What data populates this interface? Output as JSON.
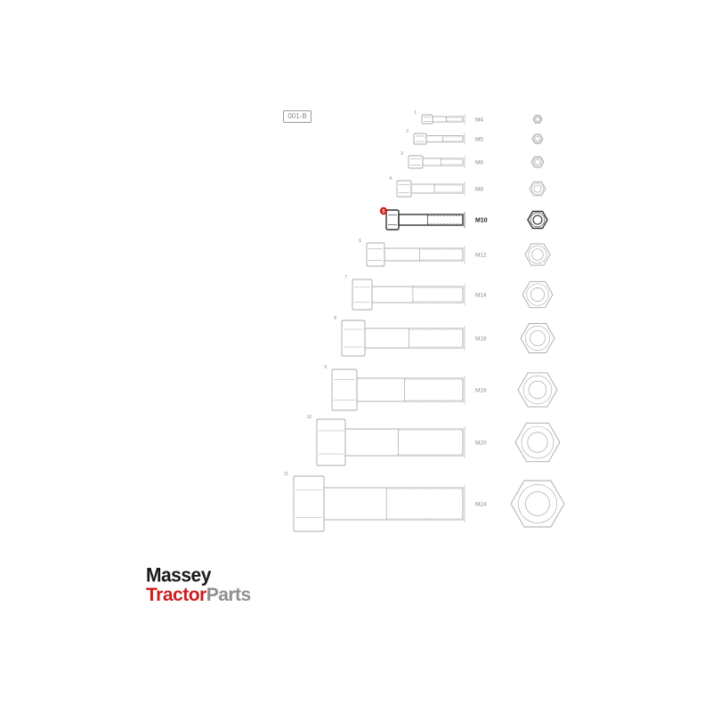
{
  "drawing_ref": "001-B",
  "highlight_color": "#cc1e1e",
  "line_color": "#a9a9a9",
  "bolts": [
    {
      "index": "1",
      "size": "M4",
      "highlighted": false
    },
    {
      "index": "2",
      "size": "M5",
      "highlighted": false
    },
    {
      "index": "3",
      "size": "M6",
      "highlighted": false
    },
    {
      "index": "4",
      "size": "M8",
      "highlighted": false
    },
    {
      "index": "5",
      "size": "M10",
      "highlighted": true
    },
    {
      "index": "6",
      "size": "M12",
      "highlighted": false
    },
    {
      "index": "7",
      "size": "M14",
      "highlighted": false
    },
    {
      "index": "8",
      "size": "M16",
      "highlighted": false
    },
    {
      "index": "9",
      "size": "M18",
      "highlighted": false
    },
    {
      "index": "10",
      "size": "M20",
      "highlighted": false
    },
    {
      "index": "11",
      "size": "M24",
      "highlighted": false
    }
  ],
  "logo": {
    "line1": "Massey",
    "line2_part1": "Tractor",
    "line2_part2": "Parts"
  }
}
